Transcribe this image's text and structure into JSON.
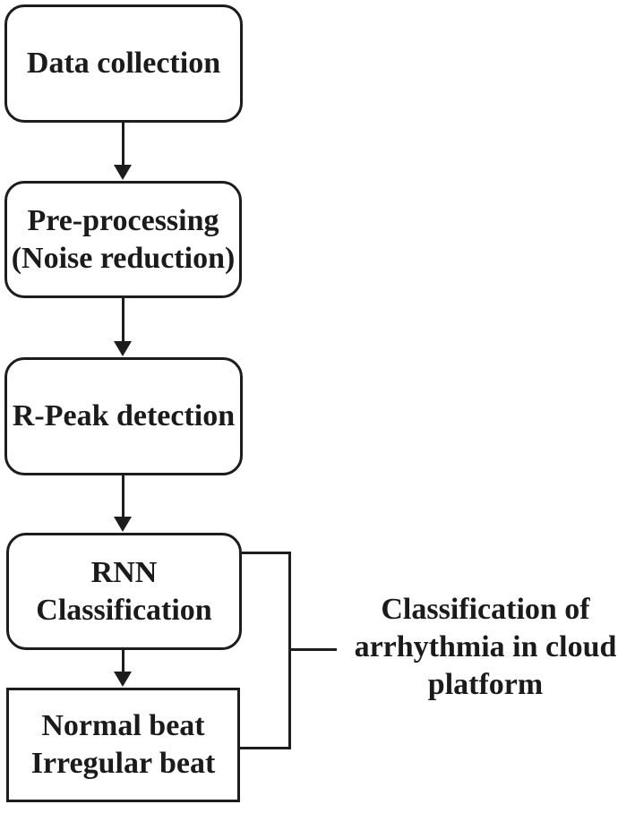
{
  "flowchart": {
    "nodes": [
      {
        "id": "data-collection",
        "shape": "rounded",
        "lines": [
          "Data collection"
        ]
      },
      {
        "id": "pre-processing",
        "shape": "rounded",
        "lines": [
          "Pre-processing",
          "(Noise reduction)"
        ]
      },
      {
        "id": "r-peak-detection",
        "shape": "rounded",
        "lines": [
          "R-Peak detection"
        ]
      },
      {
        "id": "rnn-classification",
        "shape": "rounded",
        "lines": [
          "RNN",
          "Classification"
        ]
      },
      {
        "id": "beat-output",
        "shape": "rectangle",
        "lines": [
          "Normal beat",
          "Irregular beat"
        ]
      }
    ],
    "annotation": {
      "lines": [
        "Classification of",
        "arrhythmia in cloud",
        "platform"
      ]
    },
    "connections": [
      "data-collection -> pre-processing",
      "pre-processing -> r-peak-detection",
      "r-peak-detection -> rnn-classification",
      "rnn-classification -> beat-output",
      "bracket(rnn-classification, beat-output) -> annotation"
    ],
    "colors": {
      "line": "#1d1d1d",
      "text": "#1b1b1b",
      "background": "#ffffff"
    }
  }
}
